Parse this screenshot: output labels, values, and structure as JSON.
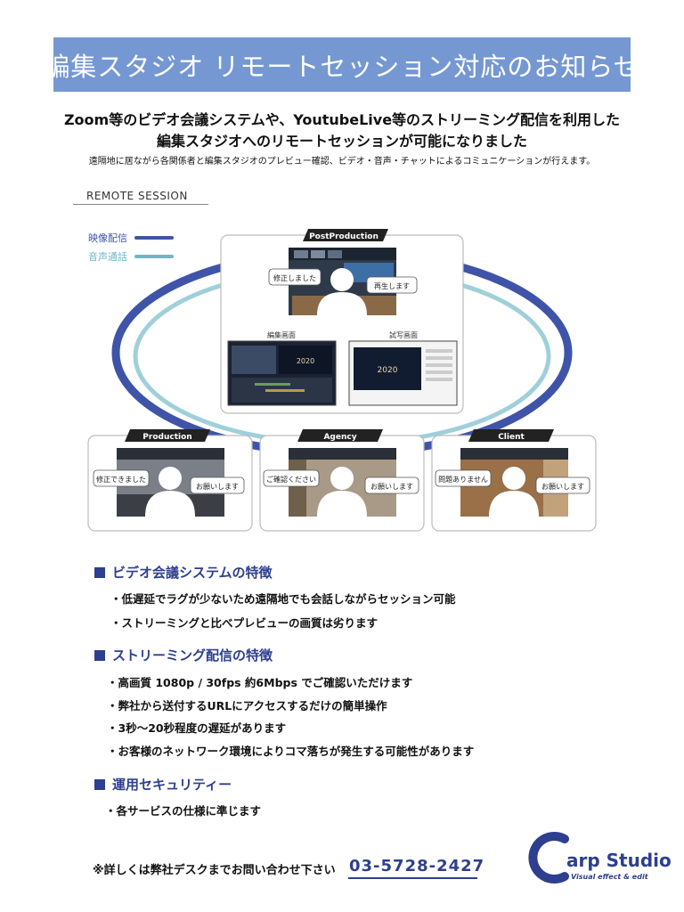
{
  "title": "編集スタジオ リモートセッション対応のお知らせ",
  "lead": {
    "line1": "Zoom等のビデオ会議システムや、YoutubeLive等のストリーミング配信を利用した",
    "line2": "編集スタジオへのリモートセッションが可能になりました",
    "line3": "遠隔地に居ながら各関係者と編集スタジオのプレビュー確認、ビデオ・音声・チャットによるコミュニケーションが行えます。"
  },
  "diagram": {
    "label": "REMOTE SESSION",
    "legend": [
      {
        "label": "映像配信",
        "color": "#3f54a8"
      },
      {
        "label": "音声通話",
        "color": "#6fb7c6"
      }
    ],
    "post": {
      "name": "PostProduction",
      "bubble_left": "修正しました",
      "bubble_right": "再生します",
      "screen1": "編集画面",
      "screen2": "試写画面",
      "screen_text": "2020"
    },
    "bottom": [
      {
        "name": "Production",
        "bubble_left": "修正できました",
        "bubble_right": "お願いします"
      },
      {
        "name": "Agency",
        "bubble_left": "ご確認ください",
        "bubble_right": "お願いします"
      },
      {
        "name": "Client",
        "bubble_left": "問題ありません",
        "bubble_right": "お願いします"
      }
    ]
  },
  "sections": [
    {
      "heading": "ビデオ会議システムの特徴",
      "items": [
        "・低遅延でラグが少ないため遠隔地でも会話しながらセッション可能",
        "・ストリーミングと比べプレビューの画質は劣ります"
      ]
    },
    {
      "heading": "ストリーミング配信の特徴",
      "items": [
        "・高画質 1080p / 30fps  約6Mbps でご確認いただけます",
        "・弊社から送付するURLにアクセスするだけの簡単操作",
        "・3秒～20秒程度の遅延があります",
        "・お客様のネットワーク環境によりコマ落ちが発生する可能性があります"
      ]
    },
    {
      "heading": "運用セキュリティー",
      "items": [
        "・各サービスの仕様に準じます"
      ]
    }
  ],
  "footer": {
    "note": "※詳しくは弊社デスクまでお問い合わせ下さい",
    "phone": "03-5728-2427"
  },
  "logo": {
    "name": "arp Studio",
    "tagline": "Visual effect & edit",
    "color": "#2d3f8e"
  }
}
